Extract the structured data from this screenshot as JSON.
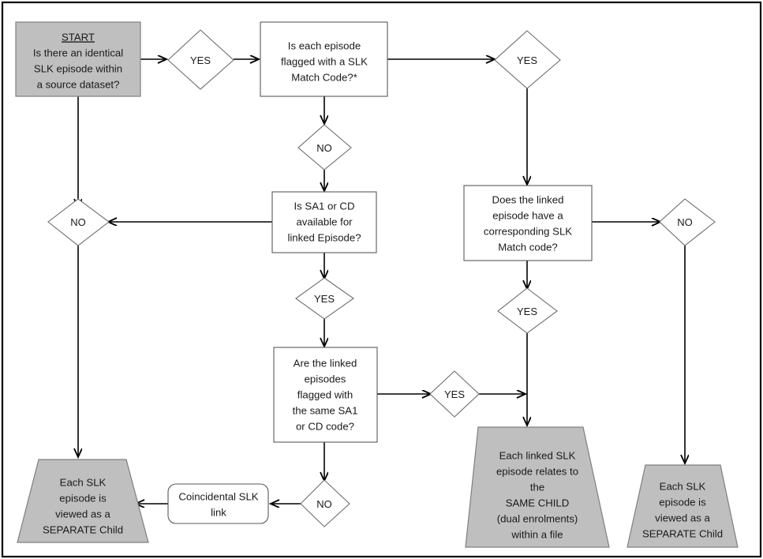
{
  "diagram": {
    "title": "SLK episode matching decision flowchart",
    "colors": {
      "gray_fill": "#bfbfbf",
      "white_fill": "#ffffff",
      "line": "#000000",
      "border": "#000000",
      "text": "#1a1a1a"
    },
    "nodes": {
      "start": {
        "shape": "process-gray",
        "heading": "START",
        "lines": [
          "Is there an identical",
          "SLK episode within",
          "a source dataset?"
        ]
      },
      "yes_1": {
        "shape": "decision",
        "label": "YES"
      },
      "q_slk_match_code": {
        "shape": "process",
        "lines": [
          "Is each episode",
          "flagged with a SLK",
          "Match Code?*"
        ]
      },
      "yes_2": {
        "shape": "decision",
        "label": "YES"
      },
      "no_1": {
        "shape": "decision",
        "label": "NO"
      },
      "no_left": {
        "shape": "decision",
        "label": "NO"
      },
      "q_sa1_cd": {
        "shape": "process",
        "lines": [
          "Is SA1 or CD",
          "available for",
          "linked Episode?"
        ]
      },
      "q_linked_slk_match": {
        "shape": "process",
        "lines": [
          "Does the linked",
          "episode have a",
          "corresponding SLK",
          "Match code?"
        ]
      },
      "no_right": {
        "shape": "decision",
        "label": "NO"
      },
      "yes_3": {
        "shape": "decision",
        "label": "YES"
      },
      "yes_4": {
        "shape": "decision",
        "label": "YES"
      },
      "q_same_sa1_cd": {
        "shape": "process",
        "lines": [
          "Are the linked",
          "episodes",
          "flagged with",
          "the same SA1",
          "or CD code?"
        ]
      },
      "yes_5": {
        "shape": "decision",
        "label": "YES"
      },
      "no_bottom": {
        "shape": "decision",
        "label": "NO"
      },
      "coincidental_link": {
        "shape": "rounded-process",
        "lines": [
          "Coincidental SLK",
          "link"
        ]
      },
      "outcome_separate_left": {
        "shape": "trapezoid-gray",
        "lines": [
          "Each SLK",
          "episode is",
          "viewed as a",
          "SEPARATE Child"
        ]
      },
      "outcome_same_child": {
        "shape": "trapezoid-gray",
        "lines": [
          "Each linked SLK",
          "episode relates to",
          "the",
          "SAME CHILD",
          "(dual enrolments)",
          "within a file"
        ]
      },
      "outcome_separate_right": {
        "shape": "trapezoid-gray",
        "lines": [
          "Each SLK",
          "episode is",
          "viewed as a",
          "SEPARATE Child"
        ]
      }
    }
  }
}
